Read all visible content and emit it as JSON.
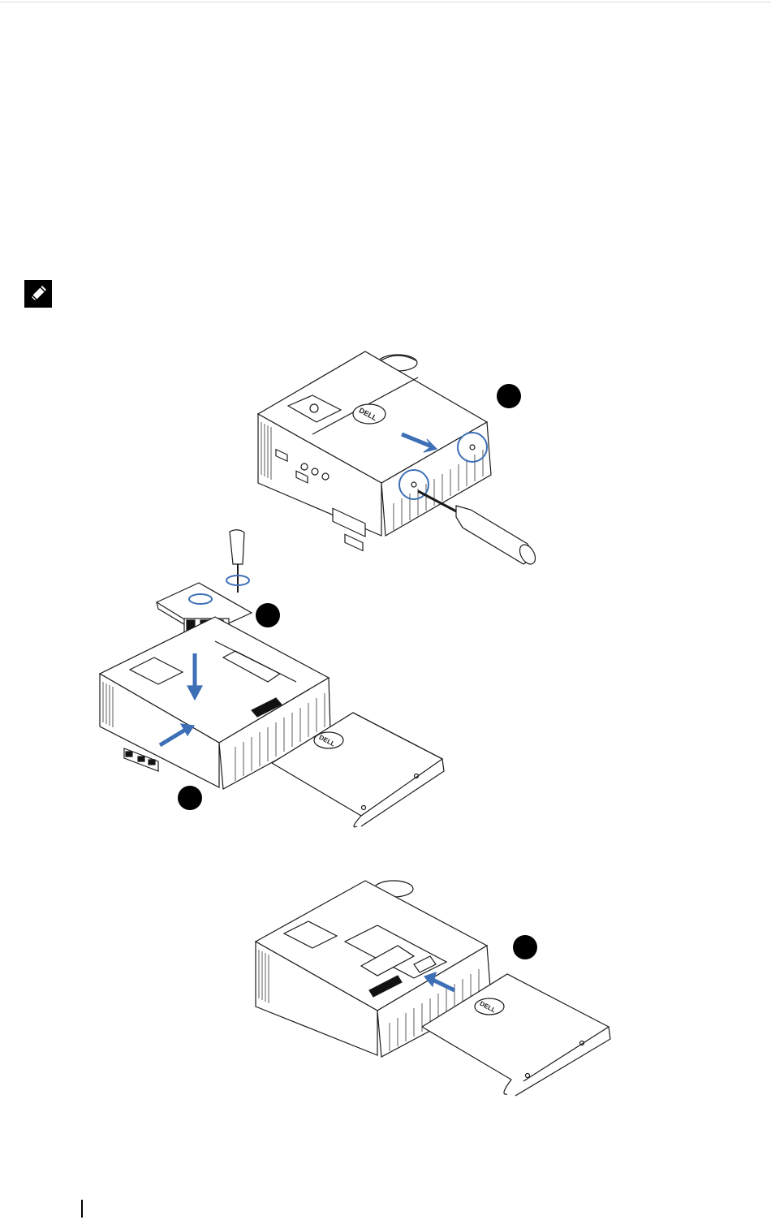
{
  "page": {
    "note": {
      "icon": "pencil-note-icon"
    },
    "figure1": {
      "step_label": "",
      "logo_text": "DELL"
    },
    "figure2": {
      "step_label_top": "",
      "step_label_bottom": "",
      "logo_text": "DELL"
    },
    "figure3": {
      "step_label": "",
      "logo_text": "DELL"
    },
    "footer": {
      "page_number": ""
    }
  },
  "colors": {
    "arrow_blue": "#3d6fb6",
    "line": "#1a1a1a",
    "badge": "#000000"
  }
}
